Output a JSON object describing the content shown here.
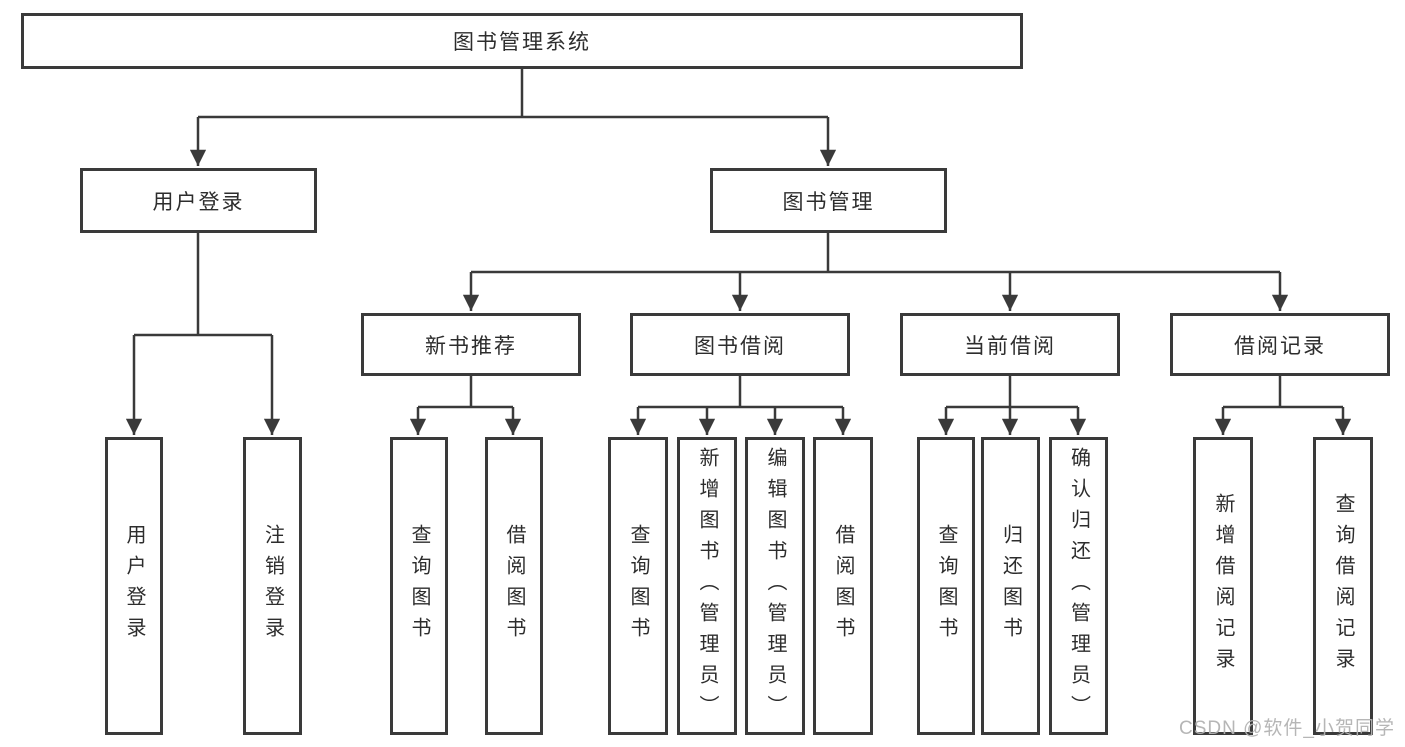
{
  "tree": {
    "root": {
      "label": "图书管理系统"
    },
    "branches": [
      {
        "label": "用户登录",
        "children": [
          {
            "label": "用户登录"
          },
          {
            "label": "注销登录"
          }
        ]
      },
      {
        "label": "图书管理",
        "groups": [
          {
            "label": "新书推荐",
            "children": [
              {
                "label": "查询图书"
              },
              {
                "label": "借阅图书"
              }
            ]
          },
          {
            "label": "图书借阅",
            "children": [
              {
                "label": "查询图书"
              },
              {
                "label": "新增图书（管理员）"
              },
              {
                "label": "编辑图书（管理员）"
              },
              {
                "label": "借阅图书"
              }
            ]
          },
          {
            "label": "当前借阅",
            "children": [
              {
                "label": "查询图书"
              },
              {
                "label": "归还图书"
              },
              {
                "label": "确认归还（管理员）"
              }
            ]
          },
          {
            "label": "借阅记录",
            "children": [
              {
                "label": "新增借阅记录"
              },
              {
                "label": "查询借阅记录"
              }
            ]
          }
        ]
      }
    ]
  },
  "watermark": "CSDN @软件_小贺同学",
  "colors": {
    "line": "#3a3a3a",
    "text": "#2d2d2d",
    "background": "#ffffff",
    "watermark": "#b2b2b2"
  }
}
